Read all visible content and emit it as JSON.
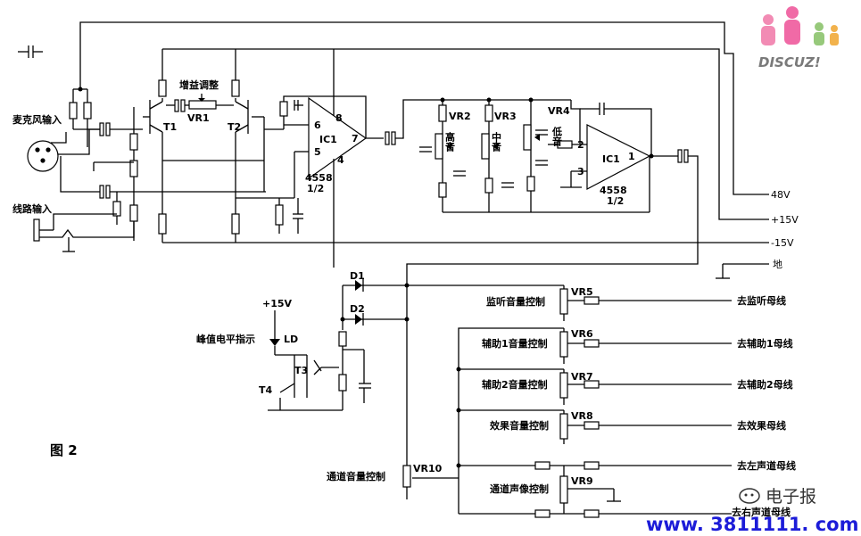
{
  "labels": {
    "mic_input": "麦克风输入",
    "line_input": "线路输入",
    "gain_adjust": "增益调整",
    "vr1": "VR1",
    "t1": "T1",
    "t2": "T2",
    "ic1_a": "IC1",
    "ic1_a_model": "4558",
    "ic1_a_half": "1/2",
    "pin6": "6",
    "pin8": "8",
    "pin7": "7",
    "pin5": "5",
    "pin4": "4",
    "vr2": "VR2",
    "vr3": "VR3",
    "vr4": "VR4",
    "treble": "高音",
    "mid": "中音",
    "bass": "低音",
    "ic1_b": "IC1",
    "ic1_b_model": "4558",
    "ic1_b_half": "1/2",
    "pin2": "2",
    "pin3": "3",
    "pin1": "1",
    "d1": "D1",
    "d2": "D2",
    "plus15_local": "+15V",
    "peak_indicator": "峰值电平指示",
    "ld": "LD",
    "t3": "T3",
    "t4": "T4",
    "figure": "图 2",
    "channel_volume": "通道音量控制",
    "vr10": "VR10",
    "monitor_volume": "监听音量控制",
    "vr5": "VR5",
    "aux1_volume": "辅助1音量控制",
    "vr6": "VR6",
    "aux2_volume": "辅助2音量控制",
    "vr7": "VR7",
    "effect_volume": "效果音量控制",
    "vr8": "VR8",
    "pan_control": "通道声像控制",
    "vr9": "VR9"
  },
  "rails": [
    "48V",
    "+15V",
    "-15V",
    "地"
  ],
  "buses": [
    "去监听母线",
    "去辅助1母线",
    "去辅助2母线",
    "去效果母线",
    "去左声道母线",
    "去右声道母线"
  ],
  "watermark": {
    "logo": "DISCUZ!",
    "wechat": "电子报",
    "url": "www. 3811111. com"
  }
}
